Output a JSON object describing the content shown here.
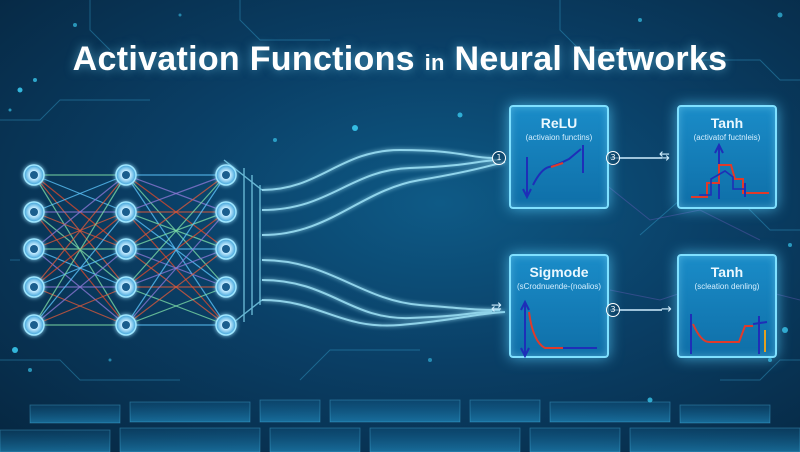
{
  "title": {
    "main": "Activation Functions",
    "small": "in",
    "rest": "Neural Networks"
  },
  "cards": [
    {
      "title": "ReLU",
      "subtitle": "(activaion functins)"
    },
    {
      "title": "Tanh",
      "subtitle": "(activatof fuctnleis)"
    },
    {
      "title": "Sigmode",
      "subtitle": "(sCrodnuende-(noalios)"
    },
    {
      "title": "Tanh",
      "subtitle": "(scleation denling)"
    }
  ],
  "connectors": [
    "1",
    "3",
    "3"
  ],
  "colors": {
    "accent": "#7fe0ff",
    "node": "#bfe9ff",
    "red": "#e03a2a",
    "blue": "#1e2fb8"
  }
}
